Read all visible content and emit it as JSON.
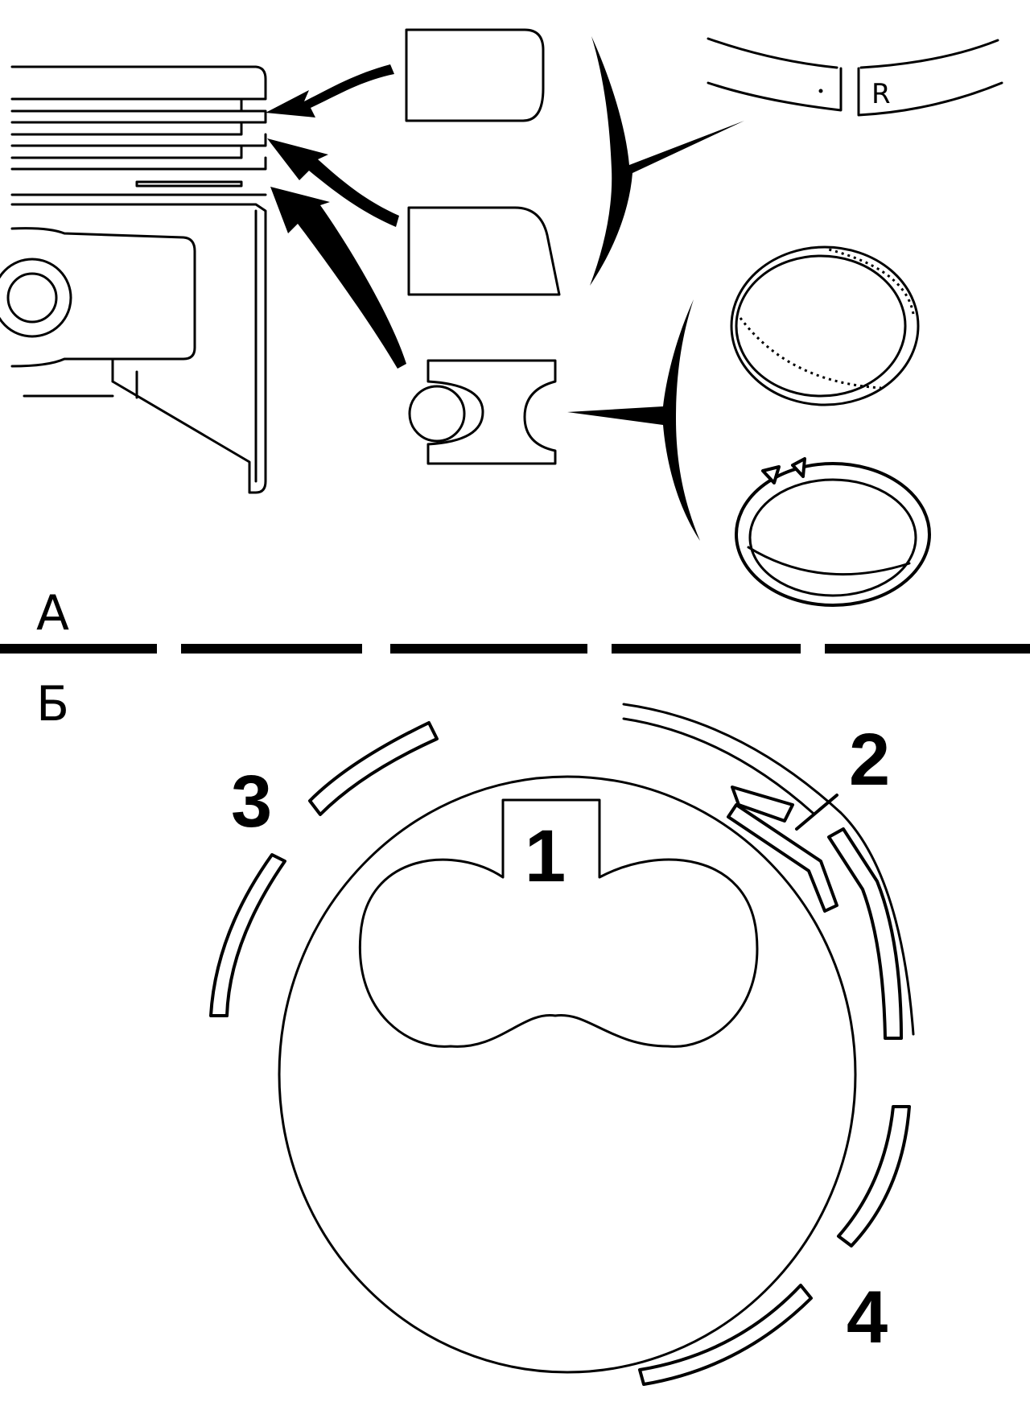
{
  "sections": {
    "upper_label": "А",
    "lower_label": "Б"
  },
  "ring_marking": "R",
  "callouts": {
    "oil_ring_expander": "1",
    "top_ring_gap": "2",
    "side_rail_upper": "3",
    "side_rail_lower": "4"
  }
}
